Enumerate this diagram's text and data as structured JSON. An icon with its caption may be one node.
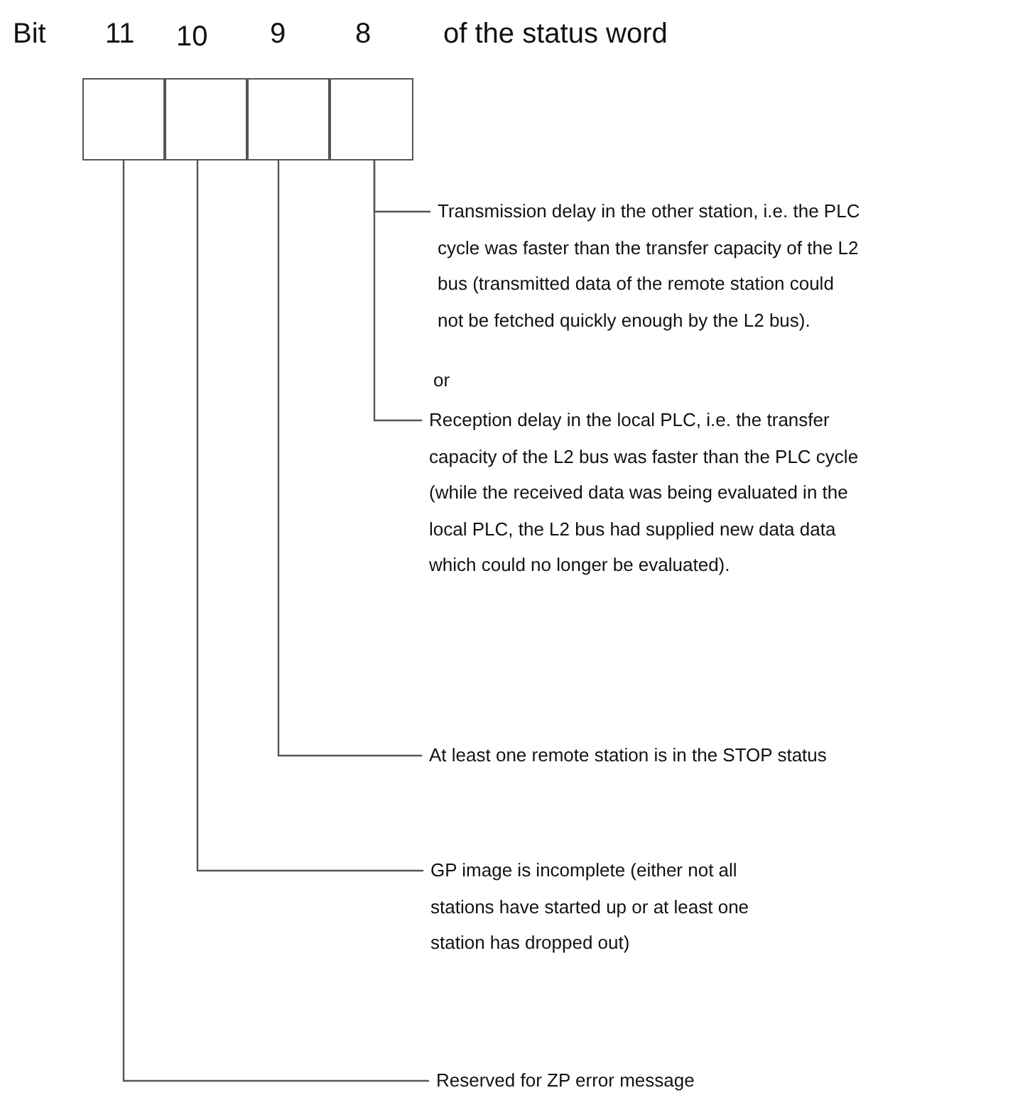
{
  "diagram": {
    "nodes": [
      {
        "text": [],
        "shape": "box"
      },
      {
        "text": [],
        "shape": "box"
      },
      {
        "text": [],
        "shape": "box"
      },
      {
        "text": [],
        "shape": "box"
      },
      {
        "text": [
          "Transmission delay in the other station, i.e. the PLC cycle was faster than the transfer capacity of the L2 bus (transmitted data of the remote station could not be fetched quickly enough by the L2 bus)."
        ]
      },
      {
        "text": [
          "Reception delay in the local PLC, i.e. the transfer capacity of the L2 bus was faster than the PLC cycle (while the received data was being evaluated in the local PLC, the L2 bus had supplied new data data which could no longer be evaluated)."
        ]
      },
      {
        "text": [
          "At least one remote station is in the STOP status"
        ]
      },
      {
        "text": [
          "GP image is incomplete (either not all stations have started up or at least one station has dropped out)"
        ]
      },
      {
        "text": [
          "Reserved for ZP error message"
        ]
      }
    ],
    "edges": [
      {
        "from": 3,
        "to": 4,
        "arrow": "none"
      },
      {
        "from": 3,
        "to": 5,
        "arrow": "none"
      },
      {
        "from": 2,
        "to": 6,
        "arrow": "none"
      },
      {
        "from": 1,
        "to": 7,
        "arrow": "none"
      },
      {
        "from": 0,
        "to": 8,
        "arrow": "none"
      }
    ],
    "labels": [
      "Bit",
      "11",
      "10",
      "9",
      "8",
      "of the status word",
      "or"
    ]
  }
}
